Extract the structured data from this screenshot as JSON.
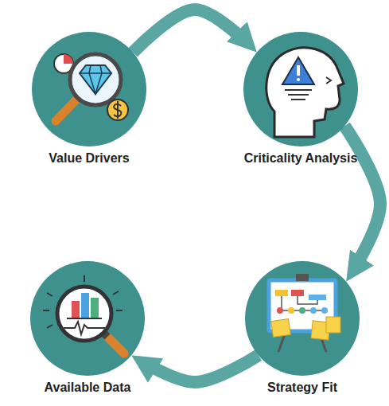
{
  "diagram": {
    "nodes": [
      {
        "text": [
          "Value Drivers"
        ]
      },
      {
        "text": [
          "Criticality Analysis"
        ]
      },
      {
        "text": [
          "Available Data"
        ]
      },
      {
        "text": [
          "Strategy Fit"
        ]
      }
    ],
    "edges": [
      {
        "from": 0,
        "to": 1,
        "arrow": "to"
      },
      {
        "from": 1,
        "to": 3,
        "arrow": "to"
      },
      {
        "from": 3,
        "to": 2,
        "arrow": "to"
      }
    ]
  }
}
